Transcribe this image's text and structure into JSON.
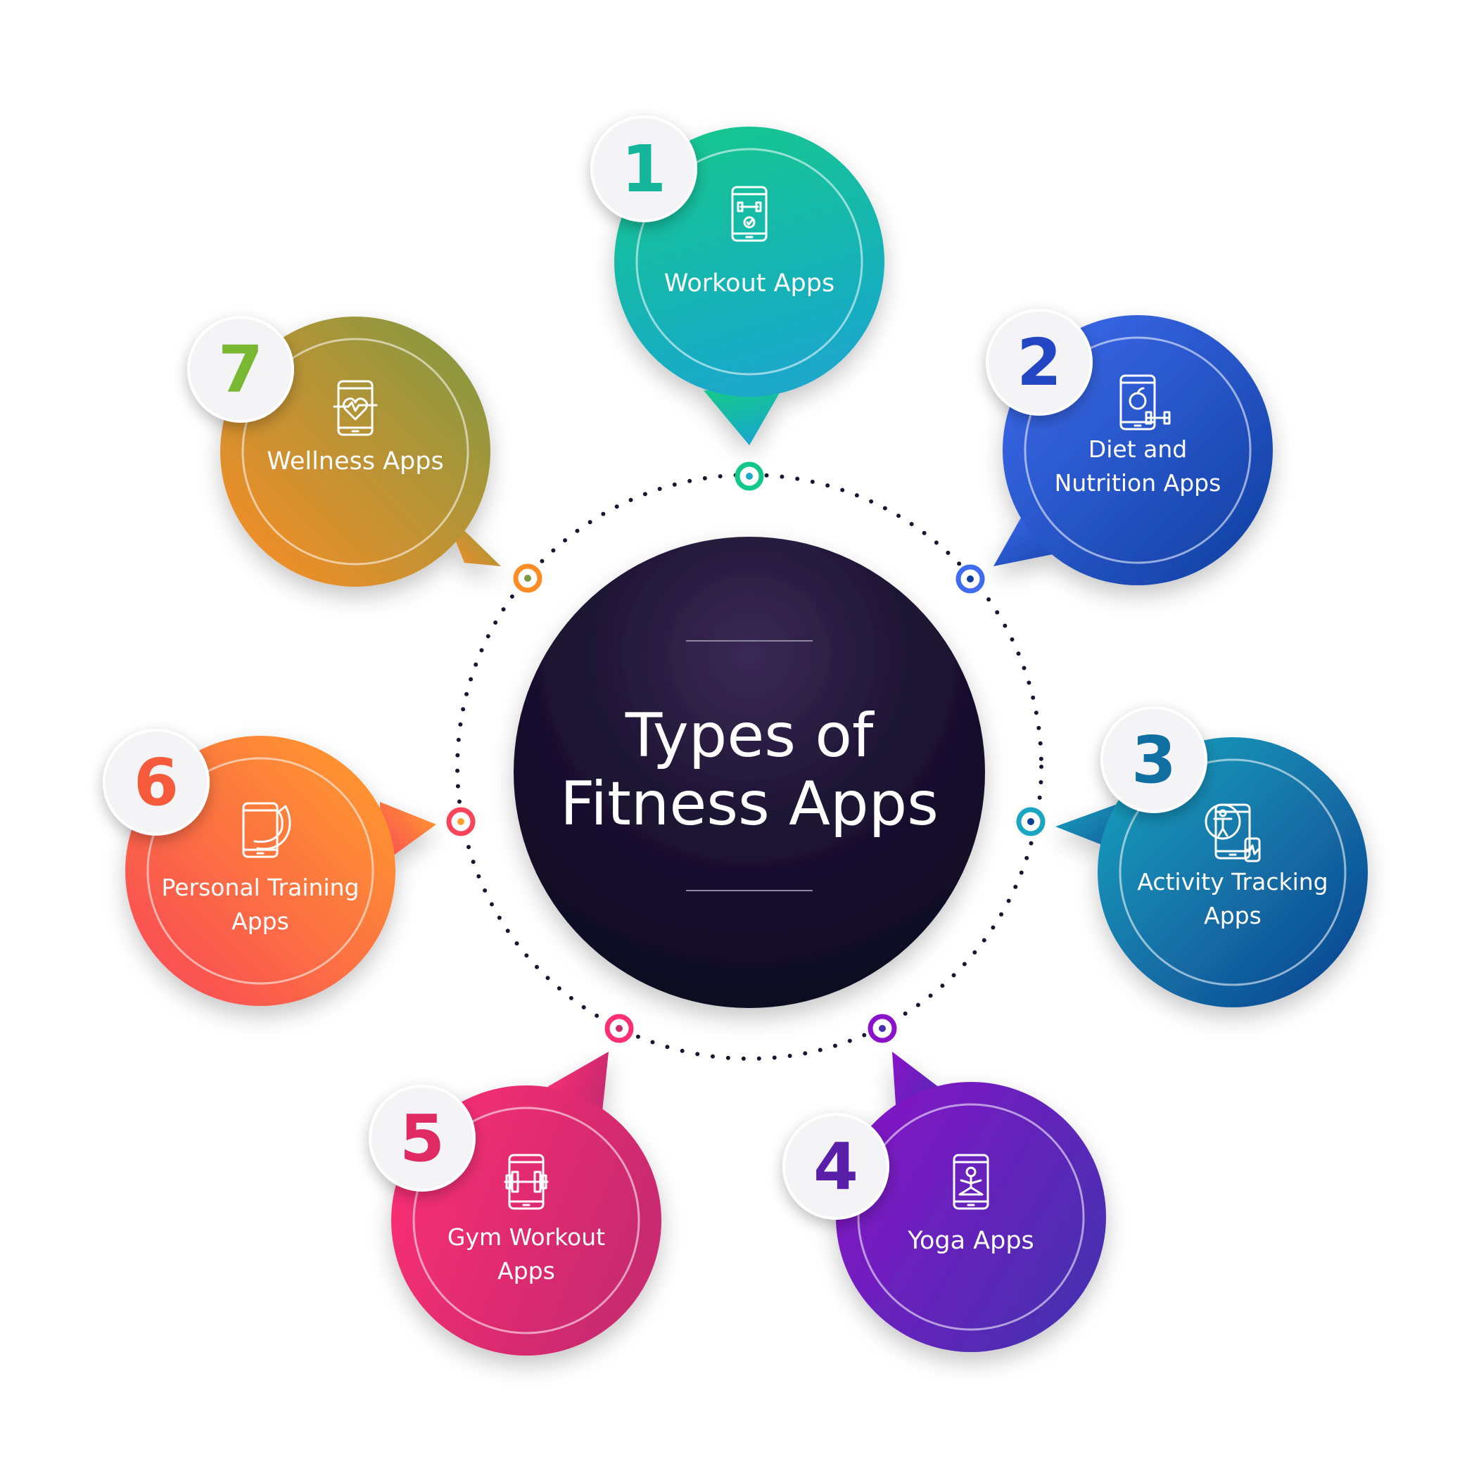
{
  "center": {
    "title_line1": "Types of",
    "title_line2": "Fitness Apps"
  },
  "nodes": [
    {
      "number": "1",
      "label_lines": [
        "Workout Apps"
      ],
      "icon": "phone-dumbbell-check-icon",
      "colors": [
        "#12c98a",
        "#1aa9c9"
      ],
      "number_color": "#14b59a"
    },
    {
      "number": "2",
      "label_lines": [
        "Diet and",
        "Nutrition Apps"
      ],
      "icon": "phone-apple-dumbbell-icon",
      "colors": [
        "#3f6cf0",
        "#0f3e9e"
      ],
      "number_color": "#2246c4"
    },
    {
      "number": "3",
      "label_lines": [
        "Activity Tracking",
        "Apps"
      ],
      "icon": "person-tracking-phone-icon",
      "colors": [
        "#1aa6c0",
        "#0d3f8f"
      ],
      "number_color": "#0f6fa1"
    },
    {
      "number": "4",
      "label_lines": [
        "Yoga Apps"
      ],
      "icon": "phone-yoga-icon",
      "colors": [
        "#8a12c8",
        "#4a2fb1"
      ],
      "number_color": "#5a1fa8"
    },
    {
      "number": "5",
      "label_lines": [
        "Gym Workout",
        "Apps"
      ],
      "icon": "phone-barbell-icon",
      "colors": [
        "#ff2f73",
        "#c92a6f"
      ],
      "number_color": "#e02a63"
    },
    {
      "number": "6",
      "label_lines": [
        "Personal Training",
        "Apps"
      ],
      "icon": "phone-flexed-arm-icon",
      "colors": [
        "#f9445a",
        "#ffa02a"
      ],
      "number_color": "#f55a3a"
    },
    {
      "number": "7",
      "label_lines": [
        "Wellness Apps"
      ],
      "icon": "phone-heartbeat-icon",
      "colors": [
        "#ff8c25",
        "#7b9a43"
      ],
      "number_color": "#79b833"
    }
  ]
}
